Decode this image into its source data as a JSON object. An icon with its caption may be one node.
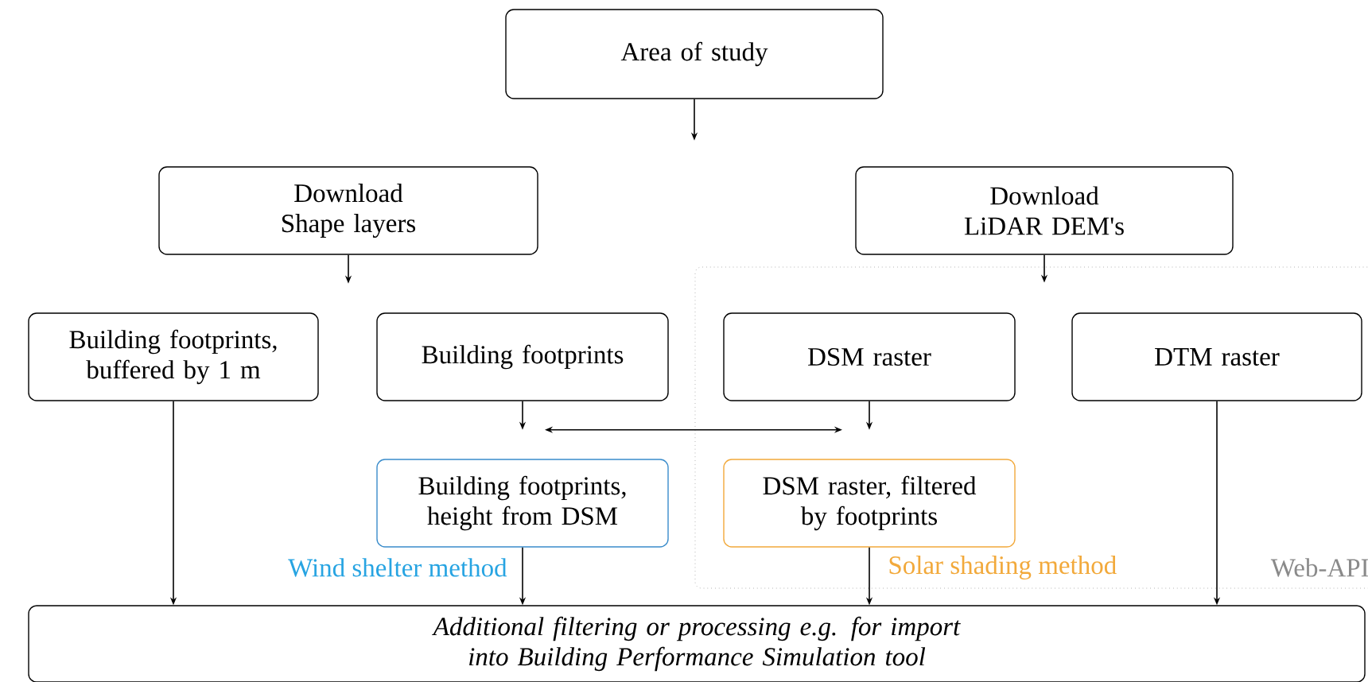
{
  "diagram": {
    "nodes": [
      {
        "text": [
          "Area of study"
        ]
      },
      {
        "text": [
          "Download Shape layers"
        ]
      },
      {
        "text": [
          "Download LiDAR DEM's"
        ]
      },
      {
        "text": [
          "Web-API"
        ]
      },
      {
        "text": [
          "Building footprints, buffered by 1 m"
        ]
      },
      {
        "text": [
          "Building footprints"
        ]
      },
      {
        "text": [
          "DSM raster"
        ],
        "in": 3
      },
      {
        "text": [
          "DTM raster"
        ],
        "in": 3
      },
      {
        "text": [
          "Building footprints, height from DSM"
        ],
        "beside": [
          "Wind shelter method"
        ]
      },
      {
        "text": [
          "DSM raster, filtered by footprints"
        ],
        "in": 3,
        "beside": [
          "Solar shading method"
        ]
      },
      {
        "text": [
          "Additional filtering or processing e.g. for import into Building Performance Simulation tool"
        ]
      }
    ],
    "edges": [
      {
        "from": 0,
        "to": null,
        "arrow": "to"
      },
      {
        "from": 1,
        "to": null,
        "arrow": "to"
      },
      {
        "from": 2,
        "to": 3,
        "arrow": "to"
      },
      {
        "from": 5,
        "to": null,
        "arrow": "to"
      },
      {
        "from": 6,
        "to": null,
        "arrow": "to"
      },
      {
        "from": 5,
        "to": 6,
        "arrow": "both"
      },
      {
        "from": 4,
        "to": 10,
        "arrow": "to"
      },
      {
        "from": 8,
        "to": 10,
        "arrow": "to"
      },
      {
        "from": 9,
        "to": 10,
        "arrow": "to"
      },
      {
        "from": 7,
        "to": 10,
        "arrow": "to"
      }
    ]
  }
}
